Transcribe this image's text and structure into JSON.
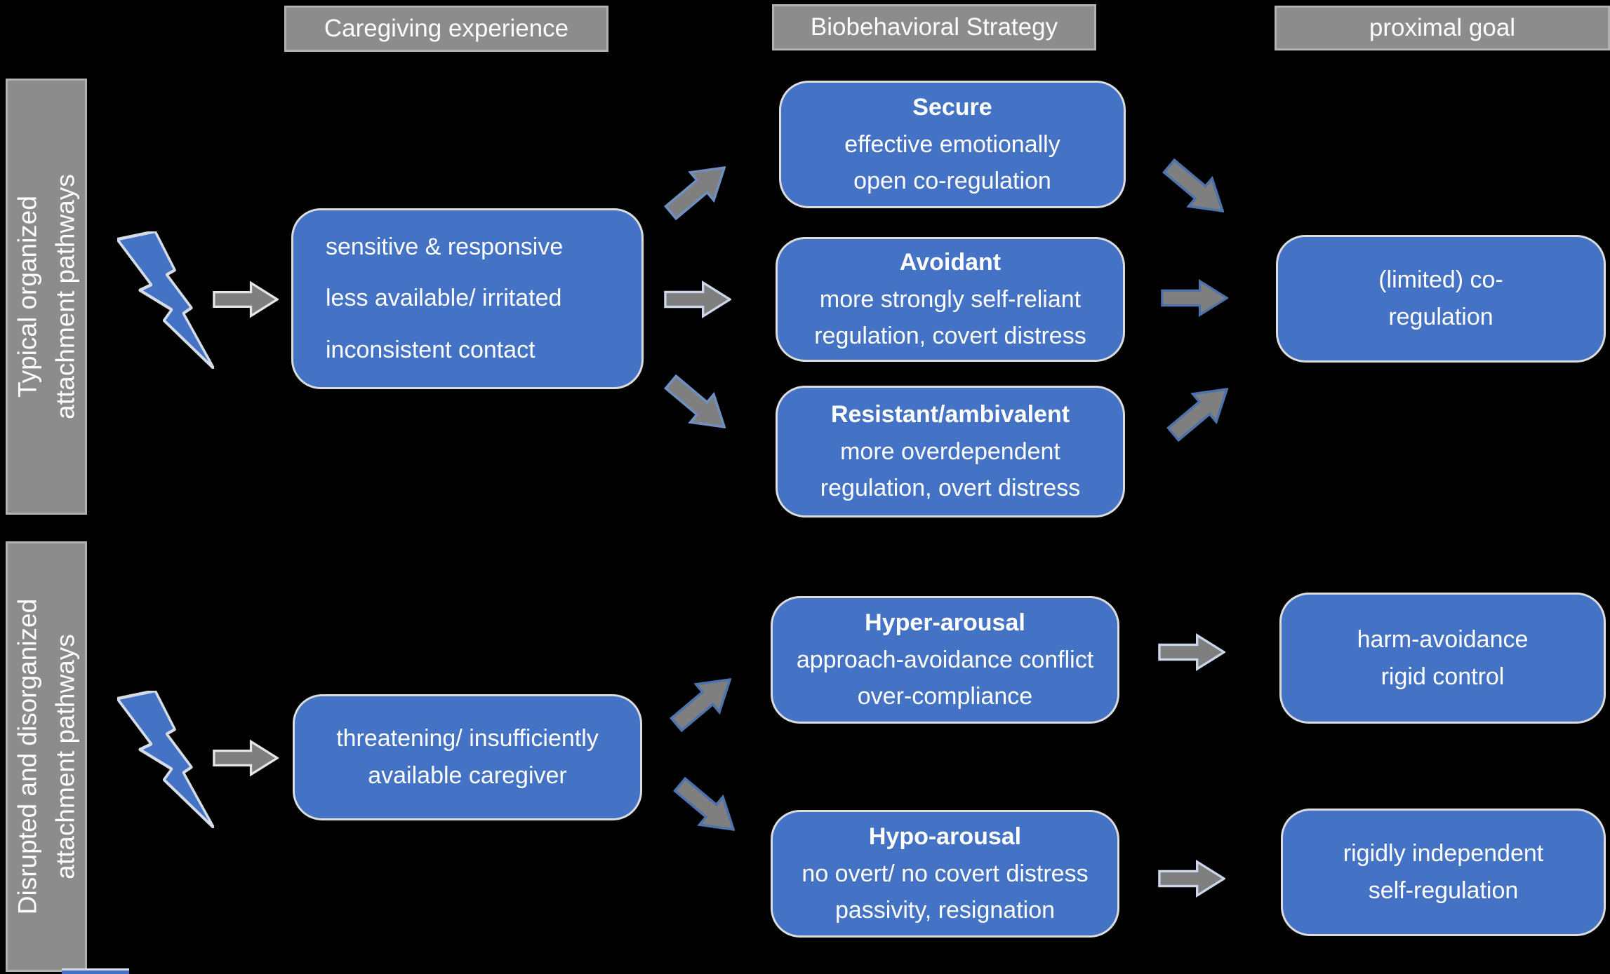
{
  "palette": {
    "background": "#000000",
    "box_blue": "#4472C4",
    "box_border": "#DCDCDC",
    "header_gray": "#8C8C8C",
    "arrow_gray": "#7F7F7F",
    "text": "#FFFFFF"
  },
  "column_headers": [
    {
      "label": "Caregiving experience"
    },
    {
      "label": "Biobehavioral Strategy"
    },
    {
      "label": "proximal goal"
    }
  ],
  "row_labels": {
    "typical": "Typical organized\nattachment pathways",
    "disrupted": "Disrupted and disorganized\nattachment pathways"
  },
  "top_pathway": {
    "caregiving": {
      "body": "sensitive & responsive\nless available/ irritated\ninconsistent contact"
    },
    "strategies": [
      {
        "title": "Secure",
        "body": "effective emotionally\nopen co-regulation"
      },
      {
        "title": "Avoidant",
        "body": "more strongly self-reliant\nregulation, covert distress"
      },
      {
        "title": "Resistant/ambivalent",
        "body": "more overdependent\nregulation, overt distress"
      }
    ],
    "goal": {
      "body": "(limited) co-\nregulation"
    }
  },
  "bottom_pathway": {
    "caregiving": {
      "body": "threatening/ insufficiently\navailable caregiver"
    },
    "strategies": [
      {
        "title": "Hyper-arousal",
        "body": "approach-avoidance conflict\nover-compliance"
      },
      {
        "title": "Hypo-arousal",
        "body": "no overt/ no covert distress\npassivity, resignation"
      }
    ],
    "goals": [
      {
        "body": "harm-avoidance\nrigid control"
      },
      {
        "body": "rigidly independent\nself-regulation"
      }
    ]
  },
  "icons": {
    "lightning": "lightning-bolt-icon",
    "arrow": "block-arrow-right-icon"
  }
}
